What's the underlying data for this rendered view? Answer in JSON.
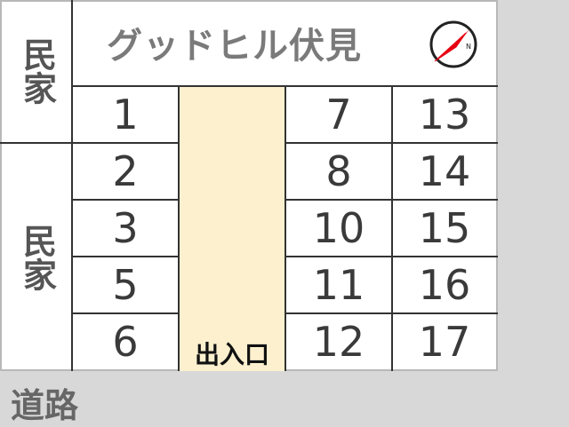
{
  "map": {
    "title": "グッドヒル伏見",
    "neighbor_top": "民家",
    "neighbor_bottom": "民家",
    "entrance_label": "出入口",
    "road_label": "道路",
    "compass_letter": "N",
    "colors": {
      "entrance_fill": "#fdf0cf",
      "road_fill": "#d8d8d8",
      "compass_red": "#e60012"
    },
    "lots": {
      "left_column": [
        "1",
        "2",
        "3",
        "5",
        "6"
      ],
      "center_right_column": [
        "7",
        "8",
        "10",
        "11",
        "12"
      ],
      "right_column": [
        "13",
        "14",
        "15",
        "16",
        "17"
      ]
    }
  }
}
